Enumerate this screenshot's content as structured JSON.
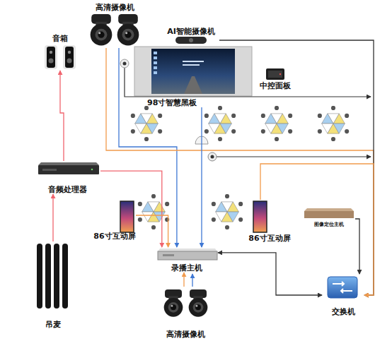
{
  "diagram": {
    "nodes": [
      {
        "text": [
          "高清摄像机"
        ]
      },
      {
        "text": [
          "AI智能摄像机"
        ]
      },
      {
        "text": [
          "音箱"
        ]
      },
      {
        "text": [
          "98寸智慧黑板"
        ]
      },
      {
        "text": [
          "中控面板"
        ]
      },
      {
        "text": [
          "音频处理器"
        ]
      },
      {
        "text": [
          "86寸互动屏"
        ]
      },
      {
        "text": [
          "86寸互动屏"
        ]
      },
      {
        "text": [
          "图像定位主机"
        ]
      },
      {
        "text": [
          "录播主机"
        ]
      },
      {
        "text": [
          "交换机"
        ]
      },
      {
        "text": [
          "吊麦"
        ]
      },
      {
        "text": [
          "高清摄像机"
        ]
      }
    ],
    "edges": [
      {
        "from": 11,
        "to": 5,
        "arrow": "to"
      },
      {
        "from": 5,
        "to": 2,
        "arrow": "to"
      },
      {
        "from": 5,
        "to": 9,
        "arrow": "to"
      },
      {
        "from": 0,
        "to": 9,
        "arrow": "to"
      },
      {
        "from": 0,
        "to": 10,
        "arrow": "to"
      },
      {
        "from": 1,
        "to": 10,
        "arrow": "to"
      },
      {
        "from": 3,
        "to": 9,
        "arrow": "to"
      },
      {
        "from": 6,
        "to": 9,
        "arrow": "to"
      },
      {
        "from": 7,
        "to": 10,
        "arrow": "to"
      },
      {
        "from": 8,
        "to": 10,
        "arrow": "to"
      },
      {
        "from": 9,
        "to": 10,
        "arrow": "both"
      },
      {
        "from": 12,
        "to": 9,
        "arrow": "to"
      }
    ]
  }
}
